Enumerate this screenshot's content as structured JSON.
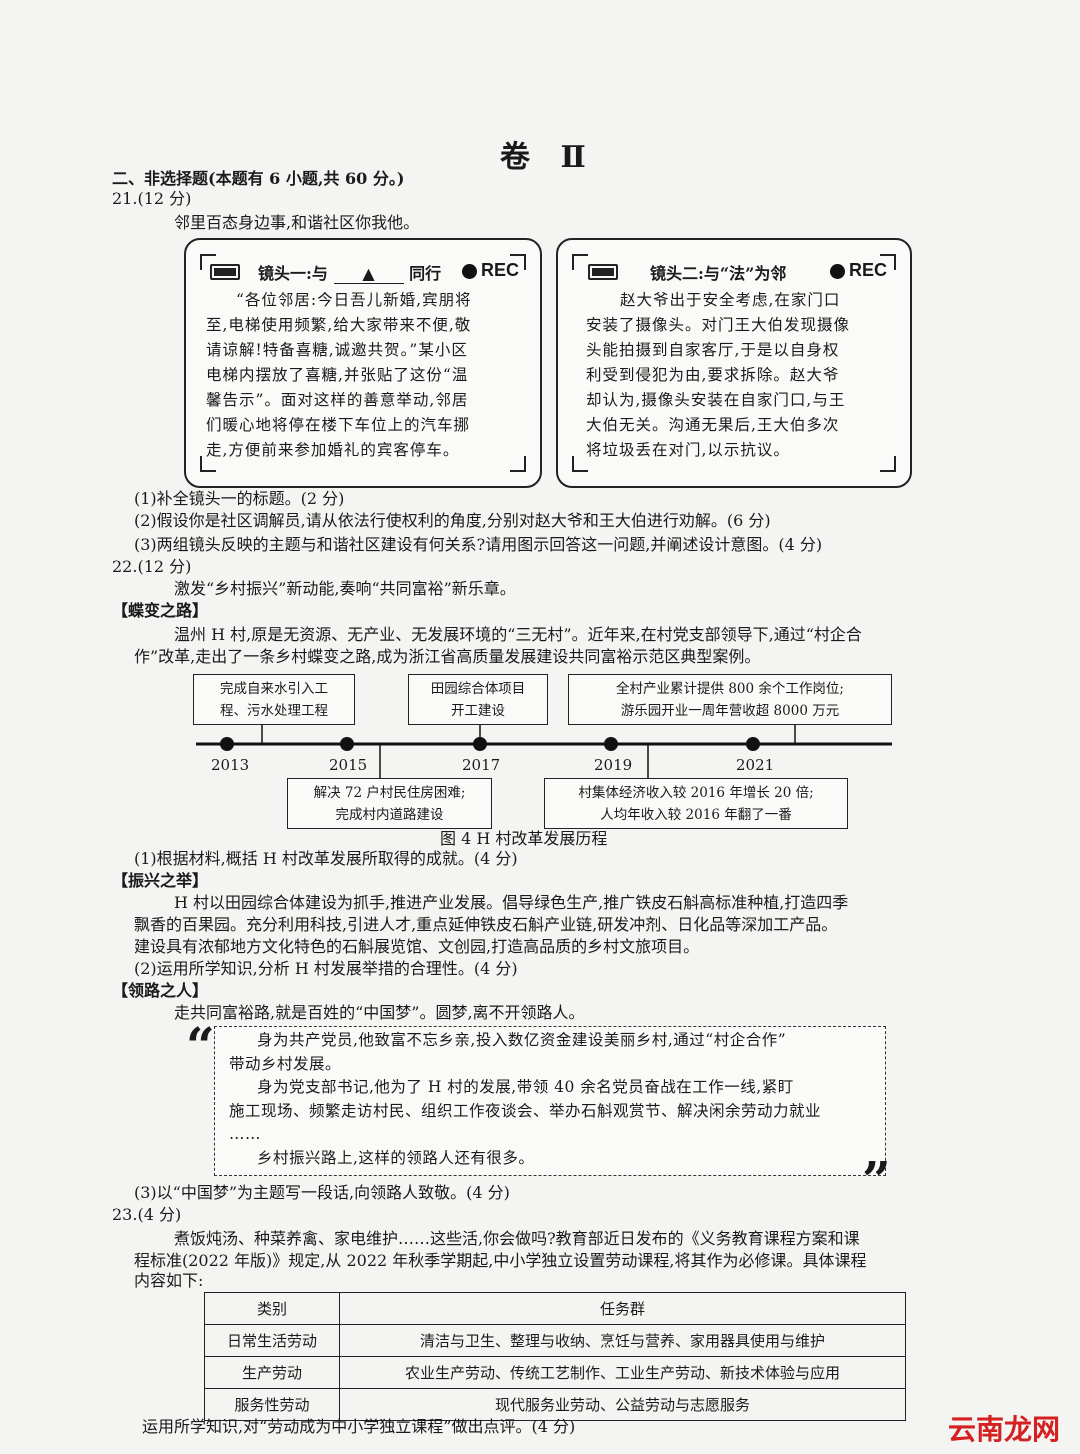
{
  "header": {
    "section_title": "卷 Ⅱ"
  },
  "part_heading": "二、非选择题(本题有 6 小题,共 60 分。)",
  "q21": {
    "num": "21.(12 分)",
    "intro": "邻里百态身边事,和谐社区你我他。",
    "shot1": {
      "title_pre": "镜头一:与",
      "blank_mark": "▲",
      "title_post": "同行",
      "rec": "REC",
      "lines": [
        "“各位邻居:今日吾儿新婚,宾朋将",
        "至,电梯使用频繁,给大家带来不便,敬",
        "请谅解!特备喜糖,诚邀共贺。”某小区",
        "电梯内摆放了喜糖,并张贴了这份“温",
        "馨告示”。面对这样的善意举动,邻居",
        "们暖心地将停在楼下车位上的汽车挪",
        "走,方便前来参加婚礼的宾客停车。"
      ]
    },
    "shot2": {
      "title": "镜头二:与“法”为邻",
      "rec": "REC",
      "lines": [
        "赵大爷出于安全考虑,在家门口",
        "安装了摄像头。对门王大伯发现摄像",
        "头能拍摄到自家客厅,于是以自身权",
        "利受到侵犯为由,要求拆除。赵大爷",
        "却认为,摄像头安装在自家门口,与王",
        "大伯无关。沟通无果后,王大伯多次",
        "将垃圾丢在对门,以示抗议。"
      ]
    },
    "subs": [
      "(1)补全镜头一的标题。(2 分)",
      "(2)假设你是社区调解员,请从依法行使权利的角度,分别对赵大爷和王大伯进行劝解。(6 分)",
      "(3)两组镜头反映的主题与和谐社区建设有何关系?请用图示回答这一问题,并阐述设计意图。(4 分)"
    ]
  },
  "q22": {
    "num": "22.(12 分)",
    "intro": "激发“乡村振兴”新动能,奏响“共同富裕”新乐章。",
    "sec1_title": "【蝶变之路】",
    "sec1_lines": [
      "温州 H 村,原是无资源、无产业、无发展环境的“三无村”。近年来,在村党支部领导下,通过“村企合",
      "作”改革,走出了一条乡村蝶变之路,成为浙江省高质量发展建设共同富裕示范区典型案例。"
    ],
    "timeline": {
      "years": [
        "2013",
        "2015",
        "2017",
        "2019",
        "2021"
      ],
      "top_boxes": [
        [
          "完成自来水引入工",
          "程、污水处理工程"
        ],
        [
          "田园综合体项目",
          "开工建设"
        ],
        [
          "全村产业累计提供 800 余个工作岗位;",
          "游乐园开业一周年营收超 8000 万元"
        ]
      ],
      "bottom_boxes": [
        [
          "解决 72 户村民住房困难;",
          "完成村内道路建设"
        ],
        [
          "村集体经济收入较 2016 年增长 20 倍;",
          "人均年收入较 2016 年翻了一番"
        ]
      ],
      "caption": "图 4   H 村改革发展历程"
    },
    "sub1": "(1)根据材料,概括 H 村改革发展所取得的成就。(4 分)",
    "sec2_title": "【振兴之举】",
    "sec2_lines": [
      "H 村以田园综合体建设为抓手,推进产业发展。倡导绿色生产,推广铁皮石斛高标准种植,打造四季",
      "飘香的百果园。充分利用科技,引进人才,重点延伸铁皮石斛产业链,研发冲剂、日化品等深加工产品。",
      "建设具有浓郁地方文化特色的石斛展览馆、文创园,打造高品质的乡村文旅项目。"
    ],
    "sub2": "(2)运用所学知识,分析 H 村发展举措的合理性。(4 分)",
    "sec3_title": "【领路之人】",
    "sec3_intro": "走共同富裕路,就是百姓的“中国梦”。圆梦,离不开领路人。",
    "quote_open": "“",
    "quote_close": "”",
    "quote_lines": [
      "身为共产党员,他致富不忘乡亲,投入数亿资金建设美丽乡村,通过“村企合作”",
      "带动乡村发展。",
      "身为党支部书记,他为了 H 村的发展,带领 40 余名党员奋战在工作一线,紧盯",
      "施工现场、频繁走访村民、组织工作夜谈会、举办石斛观赏节、解决闲余劳动力就业",
      "……",
      "乡村振兴路上,这样的领路人还有很多。"
    ],
    "sub3": "(3)以“中国梦”为主题写一段话,向领路人致敬。(4 分)"
  },
  "q23": {
    "num": "23.(4 分)",
    "intro_lines": [
      "煮饭炖汤、种菜养禽、家电维护……这些活,你会做吗?教育部近日发布的《义务教育课程方案和课",
      "程标准(2022 年版)》规定,从 2022 年秋季学期起,中小学独立设置劳动课程,将其作为必修课。具体课程",
      "内容如下:"
    ],
    "table": {
      "headers": [
        "类别",
        "任务群"
      ],
      "rows": [
        [
          "日常生活劳动",
          "清洁与卫生、整理与收纳、烹饪与营养、家用器具使用与维护"
        ],
        [
          "生产劳动",
          "农业生产劳动、传统工艺制作、工业生产劳动、新技术体验与应用"
        ],
        [
          "服务性劳动",
          "现代服务业劳动、公益劳动与志愿服务"
        ]
      ]
    },
    "question": "运用所学知识,对“劳动成为中小学独立课程”做出点评。(4 分)"
  },
  "watermark": "云南龙网"
}
